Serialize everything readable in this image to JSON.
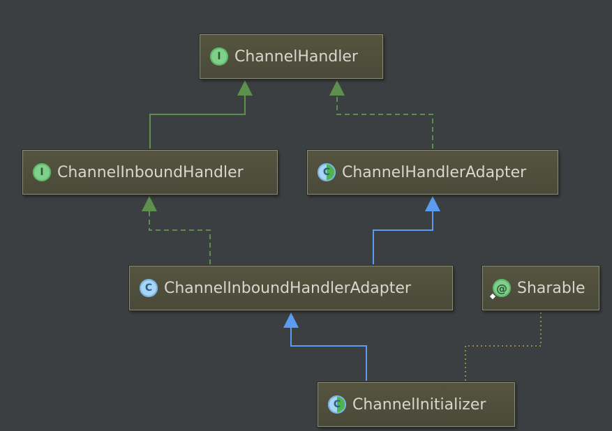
{
  "nodes": {
    "channel_handler": {
      "label": "ChannelHandler",
      "icon": "interface-icon",
      "badge": "I"
    },
    "channel_inbound_handler": {
      "label": "ChannelInboundHandler",
      "icon": "interface-icon",
      "badge": "I"
    },
    "channel_handler_adapter": {
      "label": "ChannelHandlerAdapter",
      "icon": "abstract-class-icon",
      "badge": "C"
    },
    "channel_inbound_handler_adapter": {
      "label": "ChannelInboundHandlerAdapter",
      "icon": "class-icon",
      "badge": "C"
    },
    "sharable": {
      "label": "Sharable",
      "icon": "annotation-icon",
      "badge": "@"
    },
    "channel_initializer": {
      "label": "ChannelInitializer",
      "icon": "abstract-class-icon",
      "badge": "C"
    }
  },
  "colors": {
    "background": "#3c3f41",
    "implements_edge": "#5f8f4c",
    "extends_edge": "#5b9cf0",
    "annotation_edge": "#b3a24a"
  }
}
